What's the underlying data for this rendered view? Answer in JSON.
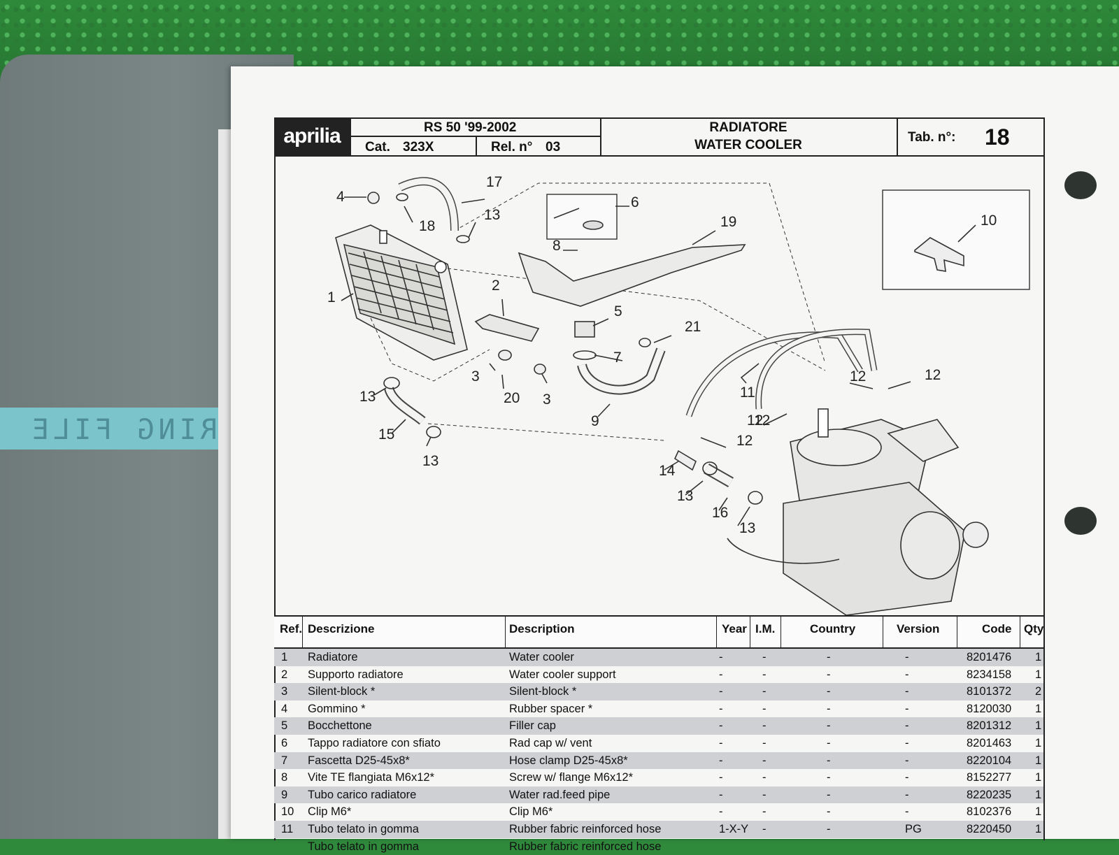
{
  "binder": {
    "spine_text": "Z-RING FILE"
  },
  "header": {
    "brand": "aprilia",
    "model": "RS 50 '99-2002",
    "cat_label": "Cat.",
    "cat_value": "323X",
    "rel_label": "Rel. n°",
    "rel_value": "03",
    "title_it": "RADIATORE",
    "title_en": "WATER COOLER",
    "tab_label": "Tab. n°:",
    "tab_value": "18"
  },
  "diagram": {
    "callouts": [
      "1",
      "2",
      "3",
      "3",
      "4",
      "5",
      "6",
      "7",
      "8",
      "9",
      "10",
      "11",
      "12",
      "12",
      "12",
      "12",
      "12",
      "13",
      "13",
      "13",
      "13",
      "13",
      "14",
      "15",
      "16",
      "17",
      "18",
      "19",
      "20",
      "21"
    ]
  },
  "table": {
    "columns": {
      "ref": "Ref.",
      "descrizione": "Descrizione",
      "description": "Description",
      "year": "Year",
      "im": "I.M.",
      "country": "Country",
      "version": "Version",
      "code": "Code",
      "qty": "Qty"
    },
    "rows": [
      {
        "ref": "1",
        "it": "Radiatore",
        "en": "Water cooler",
        "year": "-",
        "im": "-",
        "country": "-",
        "version": "-",
        "code": "8201476",
        "qty": "1"
      },
      {
        "ref": "2",
        "it": "Supporto radiatore",
        "en": "Water cooler support",
        "year": "-",
        "im": "-",
        "country": "-",
        "version": "-",
        "code": "8234158",
        "qty": "1"
      },
      {
        "ref": "3",
        "it": "Silent-block *",
        "en": "Silent-block *",
        "year": "-",
        "im": "-",
        "country": "-",
        "version": "-",
        "code": "8101372",
        "qty": "2"
      },
      {
        "ref": "4",
        "it": "Gommino *",
        "en": "Rubber spacer *",
        "year": "-",
        "im": "-",
        "country": "-",
        "version": "-",
        "code": "8120030",
        "qty": "1"
      },
      {
        "ref": "5",
        "it": "Bocchettone",
        "en": "Filler cap",
        "year": "-",
        "im": "-",
        "country": "-",
        "version": "-",
        "code": "8201312",
        "qty": "1"
      },
      {
        "ref": "6",
        "it": "Tappo radiatore con sfiato",
        "en": "Rad cap w/ vent",
        "year": "-",
        "im": "-",
        "country": "-",
        "version": "-",
        "code": "8201463",
        "qty": "1"
      },
      {
        "ref": "7",
        "it": "Fascetta D25-45x8*",
        "en": "Hose clamp D25-45x8*",
        "year": "-",
        "im": "-",
        "country": "-",
        "version": "-",
        "code": "8220104",
        "qty": "1"
      },
      {
        "ref": "8",
        "it": "Vite TE flangiata M6x12*",
        "en": "Screw w/ flange M6x12*",
        "year": "-",
        "im": "-",
        "country": "-",
        "version": "-",
        "code": "8152277",
        "qty": "1"
      },
      {
        "ref": "9",
        "it": "Tubo carico radiatore",
        "en": "Water rad.feed pipe",
        "year": "-",
        "im": "-",
        "country": "-",
        "version": "-",
        "code": "8220235",
        "qty": "1"
      },
      {
        "ref": "10",
        "it": "Clip M6*",
        "en": "Clip M6*",
        "year": "-",
        "im": "-",
        "country": "-",
        "version": "-",
        "code": "8102376",
        "qty": "1"
      },
      {
        "ref": "11",
        "it": "Tubo telato in gomma",
        "en": "Rubber fabric reinforced hose",
        "year": "1-X-Y",
        "im": "-",
        "country": "-",
        "version": "PG",
        "code": "8220450",
        "qty": "1"
      },
      {
        "ref": "",
        "it": "Tubo telato in gomma",
        "en": "Rubber fabric reinforced hose",
        "year": "",
        "im": "",
        "country": "",
        "version": "",
        "code": "",
        "qty": ""
      }
    ]
  }
}
